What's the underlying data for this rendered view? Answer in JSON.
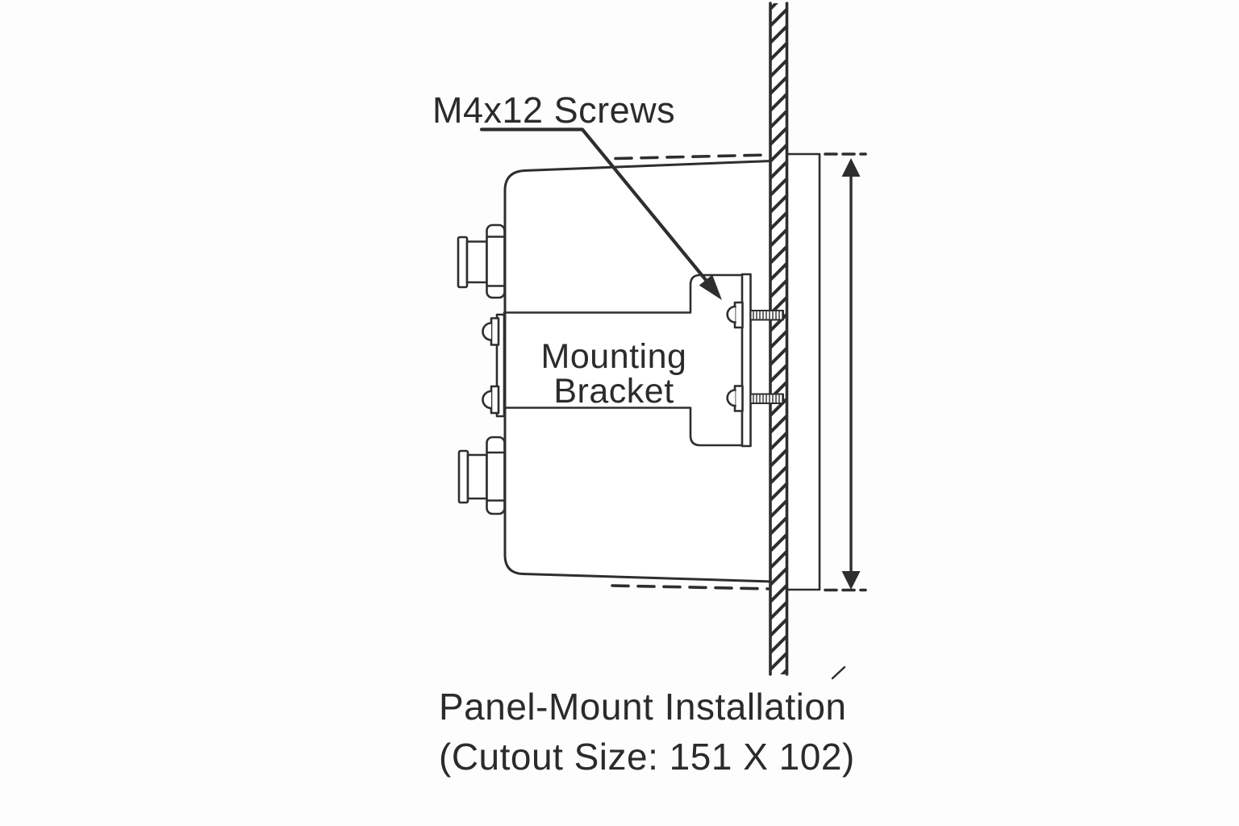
{
  "colors": {
    "background": "#fdfdfd",
    "ink": "#2e2e2e",
    "text": "#2b2b2b"
  },
  "diagram": {
    "labels": {
      "screws": "M4x12 Screws",
      "bracket_line1": "Mounting",
      "bracket_line2": "Bracket"
    },
    "caption": {
      "line1": "Panel-Mount Installation",
      "line2": "(Cutout Size: 151 X 102)"
    },
    "cutout_size": "151 X 102"
  }
}
